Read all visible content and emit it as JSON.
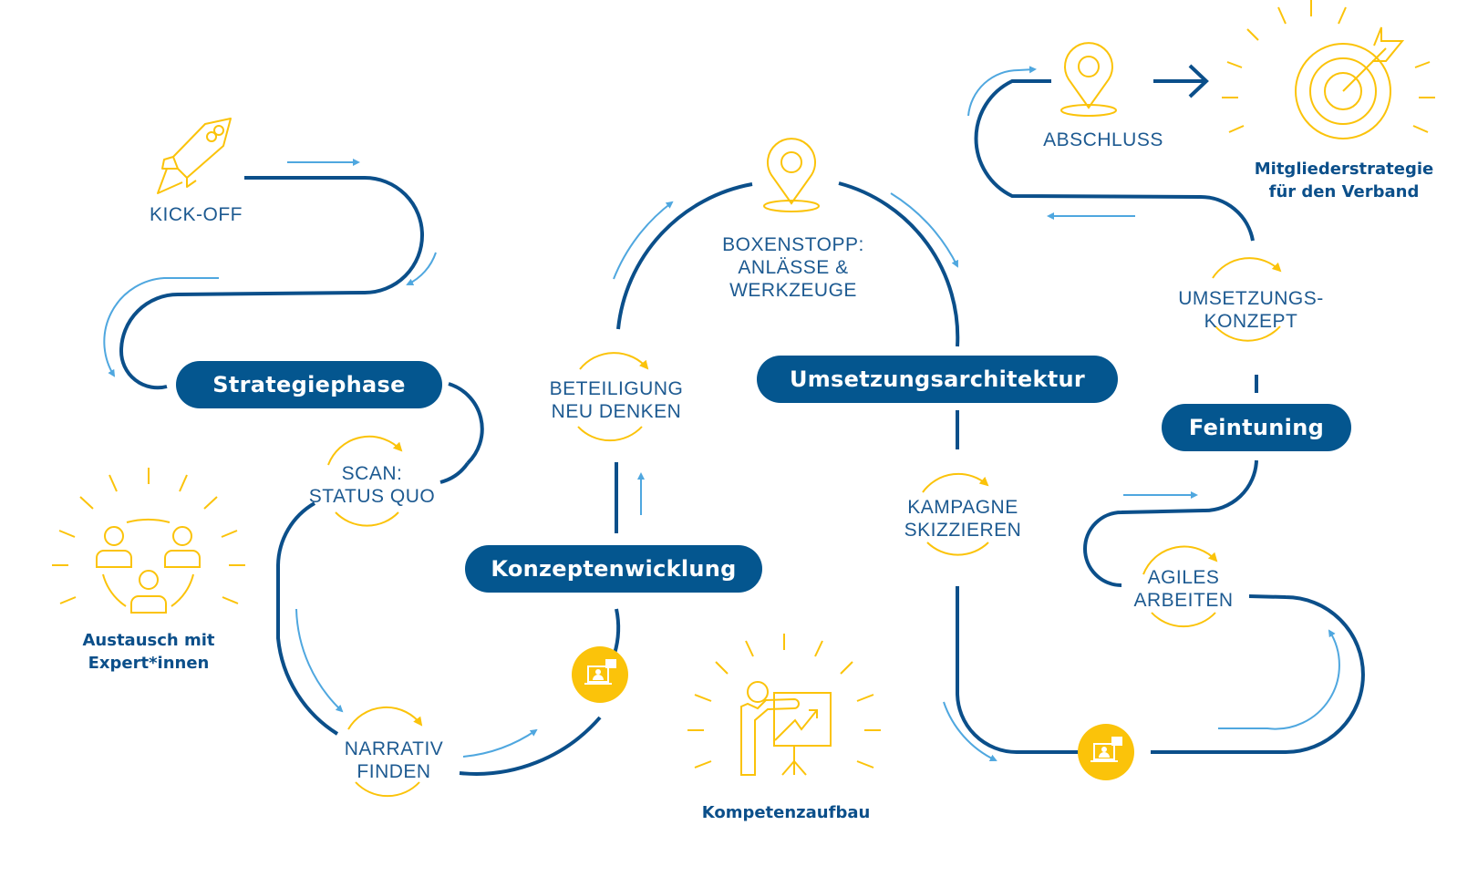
{
  "colors": {
    "path": "#0b4f8a",
    "arrow": "#4fa7df",
    "accent": "#fbc30a",
    "pill_bg": "#04568f",
    "text": "#1d5a91"
  },
  "phases": [
    {
      "id": "strategiephase",
      "label": "Strategiephase"
    },
    {
      "id": "konzeptenwicklung",
      "label": "Konzeptenwicklung"
    },
    {
      "id": "umsetzungsarchitektur",
      "label": "Umsetzungsarchitektur"
    },
    {
      "id": "feintuning",
      "label": "Feintuning"
    }
  ],
  "steps": {
    "kickoff": {
      "lines": [
        "KICK-OFF"
      ],
      "icon": "rocket-icon"
    },
    "scan": {
      "lines": [
        "SCAN:",
        "STATUS QUO"
      ],
      "icon": "cycle-icon"
    },
    "narrativ": {
      "lines": [
        "NARRATIV",
        "FINDEN"
      ],
      "icon": "cycle-icon"
    },
    "beteiligung": {
      "lines": [
        "BETEILIGUNG",
        "NEU DENKEN"
      ],
      "icon": "cycle-icon"
    },
    "boxenstopp": {
      "lines": [
        "BOXENSTOPP:",
        "ANLÄSSE &",
        "WERKZEUGE"
      ],
      "icon": "map-pin-icon"
    },
    "kampagne": {
      "lines": [
        "KAMPAGNE",
        "SKIZZIEREN"
      ],
      "icon": "cycle-icon"
    },
    "agiles": {
      "lines": [
        "AGILES",
        "ARBEITEN"
      ],
      "icon": "cycle-icon"
    },
    "umsetzungskonzept": {
      "lines": [
        "UMSETZUNGS-",
        "KONZEPT"
      ],
      "icon": "cycle-icon"
    },
    "abschluss": {
      "lines": [
        "ABSCHLUSS"
      ],
      "icon": "map-pin-icon"
    }
  },
  "highlights": {
    "austausch": {
      "lines": [
        "Austausch mit",
        "Expert*innen"
      ],
      "icon": "people-group-icon"
    },
    "kompetenz": {
      "lines": [
        "Kompetenzaufbau"
      ],
      "icon": "presenter-chart-icon"
    },
    "ziel": {
      "lines": [
        "Mitgliederstrategie",
        "für den Verband"
      ],
      "icon": "target-icon"
    }
  },
  "milestones": [
    {
      "icon": "video-call-icon"
    },
    {
      "icon": "video-call-icon"
    }
  ]
}
